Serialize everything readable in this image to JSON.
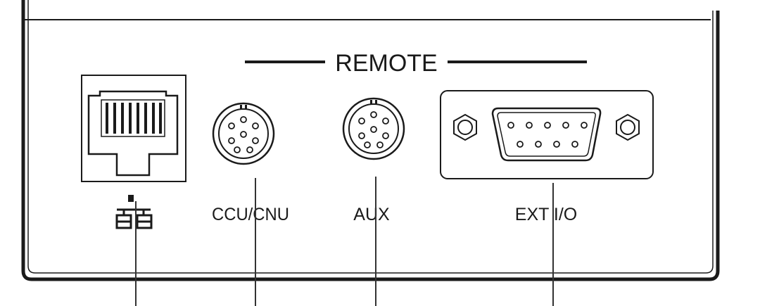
{
  "panel": {
    "group_label": "REMOTE"
  },
  "ports": [
    {
      "id": "lan",
      "label": "",
      "icon": "network-icon"
    },
    {
      "id": "ccu",
      "label": "CCU/CNU",
      "icon": "circular-connector-icon"
    },
    {
      "id": "aux",
      "label": "AUX",
      "icon": "circular-connector-icon"
    },
    {
      "id": "ext",
      "label": "EXT I/O",
      "icon": "d-sub-connector-icon"
    }
  ],
  "colors": {
    "ink": "#1a1a1a",
    "line": "#333333",
    "background": "#ffffff"
  }
}
